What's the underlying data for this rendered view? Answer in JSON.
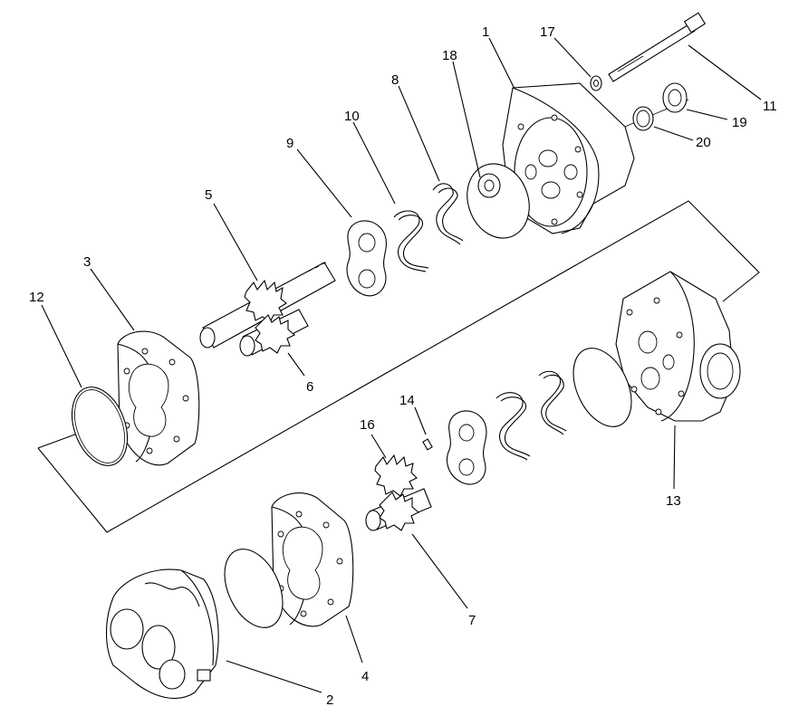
{
  "callouts": {
    "c1": "1",
    "c2": "2",
    "c3": "3",
    "c4": "4",
    "c5": "5",
    "c6": "6",
    "c7": "7",
    "c8": "8",
    "c9": "9",
    "c10": "10",
    "c11": "11",
    "c12": "12",
    "c13": "13",
    "c14": "14",
    "c16": "16",
    "c17": "17",
    "c18": "18",
    "c19": "19",
    "c20": "20"
  }
}
